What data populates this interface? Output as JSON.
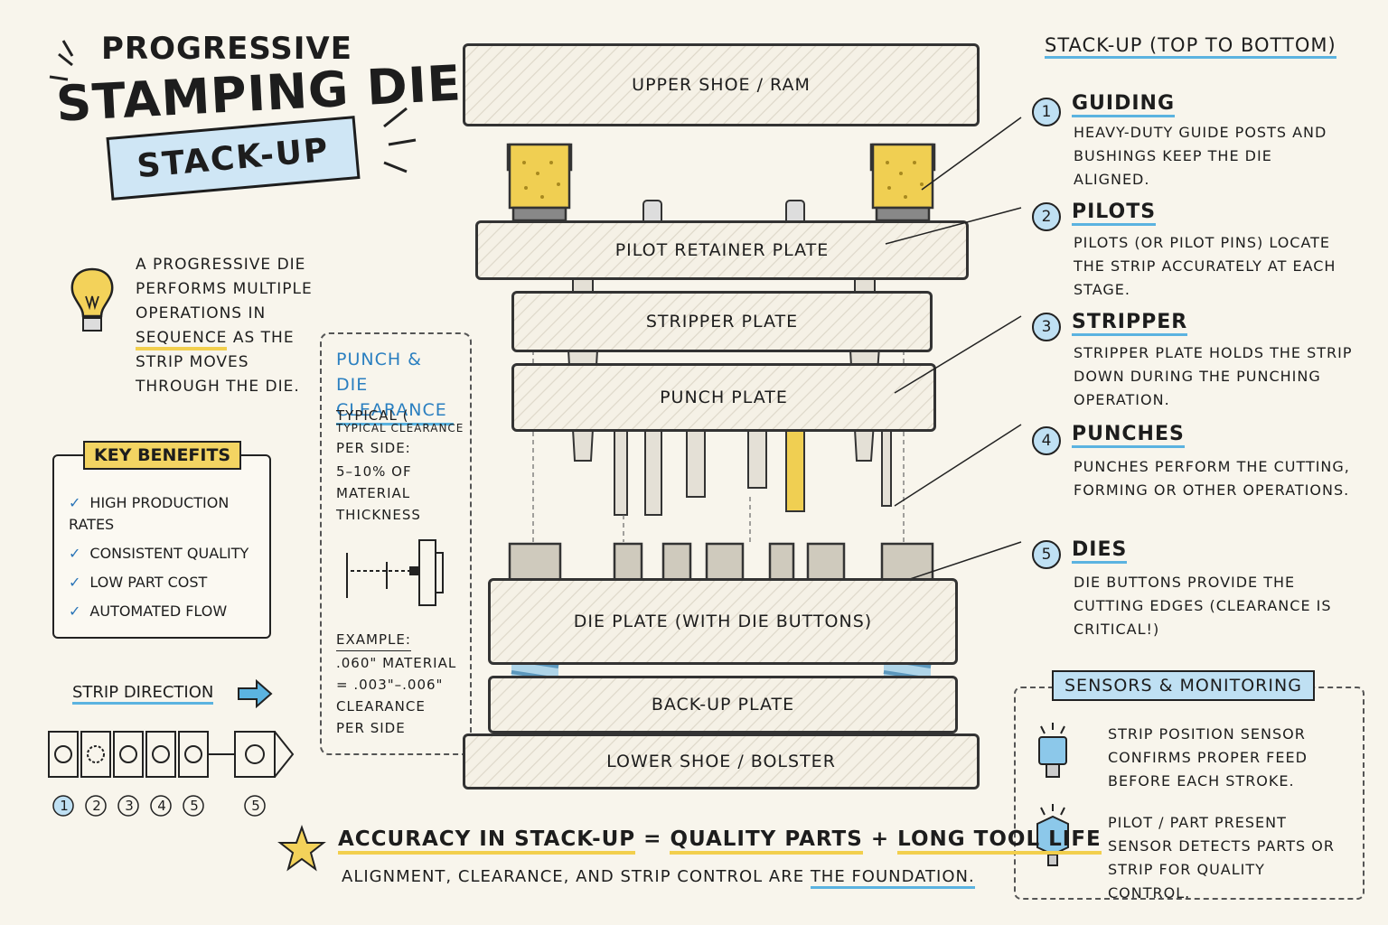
{
  "header": {
    "title_line1": "PROGRESSIVE",
    "title_line2": "STAMPING DIE",
    "banner": "STACK-UP"
  },
  "intro": {
    "text_before": "A PROGRESSIVE DIE PERFORMS MULTIPLE OPERATIONS IN ",
    "highlight": "SEQUENCE",
    "text_after": " AS THE STRIP MOVES THROUGH THE DIE."
  },
  "benefits": {
    "title": "KEY BENEFITS",
    "items": [
      "HIGH PRODUCTION RATES",
      "CONSISTENT QUALITY",
      "LOW PART COST",
      "AUTOMATED FLOW"
    ]
  },
  "strip": {
    "label": "STRIP DIRECTION",
    "stations": [
      "1",
      "2",
      "3",
      "4",
      "5",
      "5"
    ]
  },
  "clearance": {
    "title": "PUNCH & DIE CLEARANCE",
    "typical_line1": "TYPICAL (",
    "typical_overlap": "TYPICAL CLEARANCE",
    "per_side": "PER SIDE:",
    "percent": "5–10% OF",
    "material": "MATERIAL",
    "thickness": "THICKNESS",
    "example_label": "EXAMPLE:",
    "example_1": ".060\" MATERIAL",
    "example_2": "= .003\"–.006\"",
    "example_3": "CLEARANCE",
    "example_4": "PER SIDE"
  },
  "die": {
    "upper_shoe": "UPPER SHOE / RAM",
    "pilot_retainer": "PILOT RETAINER PLATE",
    "stripper_plate": "STRIPPER PLATE",
    "punch_plate": "PUNCH PLATE",
    "die_plate": "DIE PLATE (WITH DIE BUTTONS)",
    "backup_plate": "BACK-UP PLATE",
    "lower_shoe": "LOWER SHOE / BOLSTER"
  },
  "stackup": {
    "heading": "STACK-UP (TOP TO BOTTOM)",
    "steps": [
      {
        "num": "1",
        "title": "GUIDING",
        "desc": "HEAVY-DUTY GUIDE POSTS AND BUSHINGS KEEP THE DIE ALIGNED."
      },
      {
        "num": "2",
        "title": "PILOTS",
        "desc": "PILOTS (OR PILOT PINS) LOCATE THE STRIP ACCURATELY AT EACH STAGE."
      },
      {
        "num": "3",
        "title": "STRIPPER",
        "desc": "STRIPPER PLATE HOLDS THE STRIP DOWN DURING THE PUNCHING OPERATION."
      },
      {
        "num": "4",
        "title": "PUNCHES",
        "desc": "PUNCHES PERFORM THE CUTTING, FORMING OR OTHER OPERATIONS."
      },
      {
        "num": "5",
        "title": "DIES",
        "desc": "DIE BUTTONS PROVIDE THE CUTTING EDGES (CLEARANCE IS CRITICAL!)"
      }
    ]
  },
  "sensors": {
    "title": "SENSORS & MONITORING",
    "items": [
      "STRIP POSITION SENSOR CONFIRMS PROPER FEED BEFORE EACH STROKE.",
      "PILOT / PART PRESENT SENSOR DETECTS PARTS OR STRIP FOR QUALITY CONTROL."
    ]
  },
  "footer": {
    "accuracy_a": "ACCURACY IN STACK-UP",
    "accuracy_eq": " = ",
    "accuracy_b": "QUALITY PARTS",
    "accuracy_plus": " + ",
    "accuracy_c": "LONG TOOL LIFE",
    "note_before": "ALIGNMENT, CLEARANCE, AND STRIP CONTROL ARE ",
    "note_highlight": "THE FOUNDATION."
  },
  "colors": {
    "accent_blue": "#5bb3e0",
    "accent_yellow": "#f2cf4d",
    "ink": "#1d1d1d"
  }
}
